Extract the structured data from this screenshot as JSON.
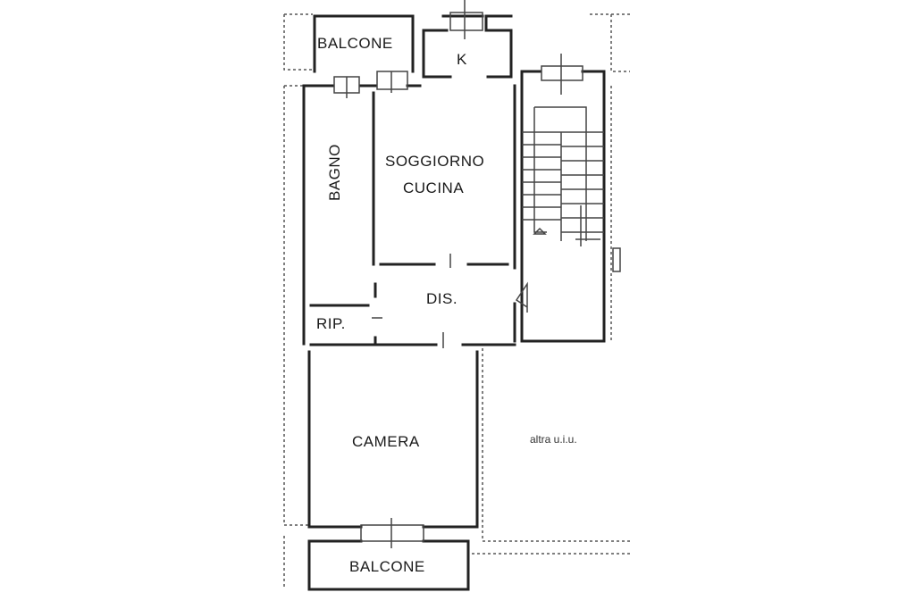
{
  "rooms": {
    "balcone_top": "BALCONE",
    "k": "K",
    "soggiorno": "SOGGIORNO",
    "cucina": "CUCINA",
    "bagno": "BAGNO",
    "dis": "DIS.",
    "rip": "RIP.",
    "camera": "CAMERA",
    "altra": "altra u.i.u.",
    "balcone_bottom": "BALCONE"
  }
}
